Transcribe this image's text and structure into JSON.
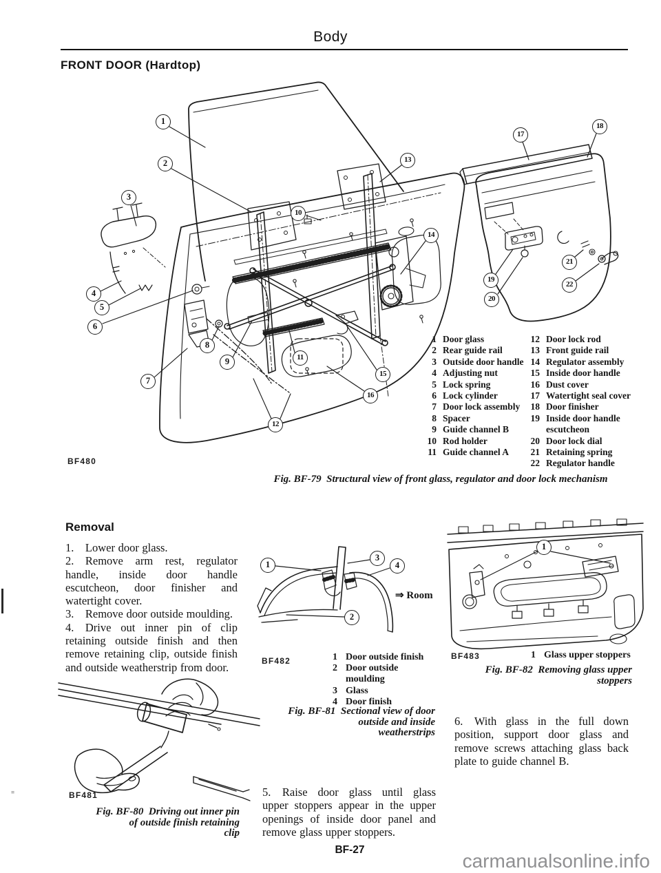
{
  "page": {
    "header": "Body",
    "section_title": "FRONT DOOR (Hardtop)",
    "page_number": "BF-27",
    "watermark": "carmanualsonline.info",
    "stray_mark": "="
  },
  "fig_bf79": {
    "photo_label": "BF480",
    "caption": "Fig. BF-79 Structural view of front glass, regulator and door lock mechanism",
    "callouts": [
      "1",
      "2",
      "3",
      "4",
      "5",
      "6",
      "7",
      "8",
      "9",
      "10",
      "11",
      "12",
      "13",
      "14",
      "15",
      "16"
    ],
    "trim_callouts": [
      "17",
      "18",
      "19",
      "20",
      "21",
      "22"
    ],
    "parts_col1": [
      {
        "n": "1",
        "t": "Door glass"
      },
      {
        "n": "2",
        "t": "Rear guide rail"
      },
      {
        "n": "3",
        "t": "Outside door handle"
      },
      {
        "n": "4",
        "t": "Adjusting nut"
      },
      {
        "n": "5",
        "t": "Lock spring"
      },
      {
        "n": "6",
        "t": "Lock cylinder"
      },
      {
        "n": "7",
        "t": "Door lock assembly"
      },
      {
        "n": "8",
        "t": "Spacer"
      },
      {
        "n": "9",
        "t": "Guide channel B"
      },
      {
        "n": "10",
        "t": "Rod holder"
      },
      {
        "n": "11",
        "t": "Guide channel A"
      }
    ],
    "parts_col2": [
      {
        "n": "12",
        "t": "Door lock rod"
      },
      {
        "n": "13",
        "t": "Front guide rail"
      },
      {
        "n": "14",
        "t": "Regulator assembly"
      },
      {
        "n": "15",
        "t": "Inside door handle"
      },
      {
        "n": "16",
        "t": "Dust cover"
      },
      {
        "n": "17",
        "t": "Watertight seal cover"
      },
      {
        "n": "18",
        "t": "Door finisher"
      },
      {
        "n": "19",
        "t": "Inside door handle"
      },
      {
        "n": "",
        "t": "escutcheon"
      },
      {
        "n": "20",
        "t": "Door lock dial"
      },
      {
        "n": "21",
        "t": "Retaining spring"
      },
      {
        "n": "22",
        "t": "Regulator handle"
      }
    ]
  },
  "removal": {
    "heading": "Removal",
    "steps": [
      "1.  Lower door glass.",
      "2.  Remove arm rest, regulator handle, inside door handle escutcheon, door finisher and watertight cover.",
      "3.  Remove door outside moulding.",
      "4.  Drive out inner pin of clip retaining outside finish and then remove retaining clip, outside finish and outside weatherstrip from door."
    ],
    "step5": "5.  Raise door glass until glass upper stoppers appear in the upper openings of inside door panel and remove glass upper stoppers.",
    "step6": "6.  With glass in the full down position, support door glass and remove screws attaching glass back plate to guide channel B."
  },
  "fig_bf80": {
    "photo_label": "BF481",
    "caption_lines": [
      "Fig. BF-80 Driving out inner pin",
      "of outside finish retaining",
      "clip"
    ]
  },
  "fig_bf81": {
    "photo_label": "BF482",
    "room_label": "⇒ Room",
    "callouts": [
      "1",
      "2",
      "3",
      "4"
    ],
    "legend": [
      {
        "n": "1",
        "t": "Door outside finish"
      },
      {
        "n": "2",
        "t": "Door outside moulding"
      },
      {
        "n": "3",
        "t": "Glass"
      },
      {
        "n": "4",
        "t": "Door finish"
      }
    ],
    "caption_lines": [
      "Fig. BF-81 Sectional view of door",
      "outside and inside",
      "weatherstrips"
    ]
  },
  "fig_bf82": {
    "photo_label": "BF483",
    "callout": "1",
    "legend": [
      {
        "n": "1",
        "t": "Glass upper stoppers"
      }
    ],
    "caption_lines": [
      "Fig. BF-82 Removing glass upper",
      "stoppers"
    ]
  }
}
